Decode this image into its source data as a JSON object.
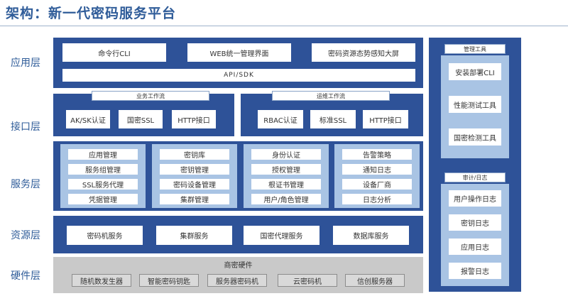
{
  "title": "架构：新一代密码服务平台",
  "layers": {
    "app": "应用层",
    "interface": "接口层",
    "service": "服务层",
    "resource": "资源层",
    "hardware": "硬件层"
  },
  "app_layer": {
    "items": [
      "命令行CLI",
      "WEB统一管理界面",
      "密码资源态势感知大屏"
    ],
    "api": "API/SDK"
  },
  "interface_layer": {
    "business_flow": {
      "title": "业务工作流",
      "items": [
        "AK/SK认证",
        "国密SSL",
        "HTTP接口"
      ]
    },
    "ops_flow": {
      "title": "运维工作流",
      "items": [
        "RBAC认证",
        "标准SSL",
        "HTTP接口"
      ]
    }
  },
  "service_layer": {
    "groups": [
      [
        "应用管理",
        "服务组管理",
        "SSL服务代理",
        "凭据管理"
      ],
      [
        "密钥库",
        "密钥管理",
        "密码设备管理",
        "集群管理"
      ],
      [
        "身份认证",
        "授权管理",
        "根证书管理",
        "用户/角色管理"
      ],
      [
        "告警策略",
        "通知日志",
        "设备厂商",
        "日志分析"
      ]
    ]
  },
  "resource_layer": {
    "items": [
      "密码机服务",
      "集群服务",
      "国密代理服务",
      "数据库服务"
    ]
  },
  "hardware_layer": {
    "title": "商密硬件",
    "items": [
      "随机数发生器",
      "智能密码钥匙",
      "服务器密码机",
      "云密码机",
      "信创服务器"
    ]
  },
  "side_panel": {
    "tools": {
      "title": "管理工具",
      "items": [
        "安装部署CLI",
        "性能测试工具",
        "国密检测工具"
      ]
    },
    "audit": {
      "title": "审计/日志",
      "items": [
        "用户操作日志",
        "密钥日志",
        "应用日志",
        "报警日志"
      ]
    }
  },
  "colors": {
    "band": "#2e5298",
    "group": "#a9c4e4",
    "hardware": "#c9c9c9",
    "title": "#2f5c99"
  }
}
